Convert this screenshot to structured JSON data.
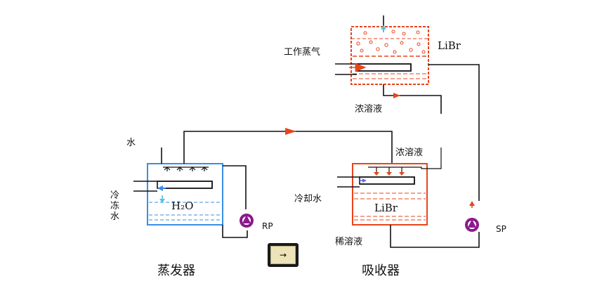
{
  "labels": {
    "water": "水",
    "chilled_water": "冷冻水",
    "h2o": "H₂O",
    "rp": "RP",
    "evaporator": "蒸发器",
    "working_steam": "工作蒸气",
    "libr_generator": "LiBr",
    "conc_solution_top": "浓溶液",
    "conc_solution_mid": "浓溶液",
    "cooling_water": "冷却水",
    "libr_absorber": "LiBr",
    "dilute_solution": "稀溶液",
    "sp": "SP",
    "absorber": "吸收器"
  },
  "play_button": {
    "glyph": "→"
  },
  "colors": {
    "evaporator": "#3a8ee6",
    "generator": "#e8441c",
    "absorber": "#e8441c",
    "pump": "#8b1a8b",
    "line": "#111111",
    "arrow_red": "#e8441c",
    "arrow_cyan": "#4fc3e8"
  }
}
